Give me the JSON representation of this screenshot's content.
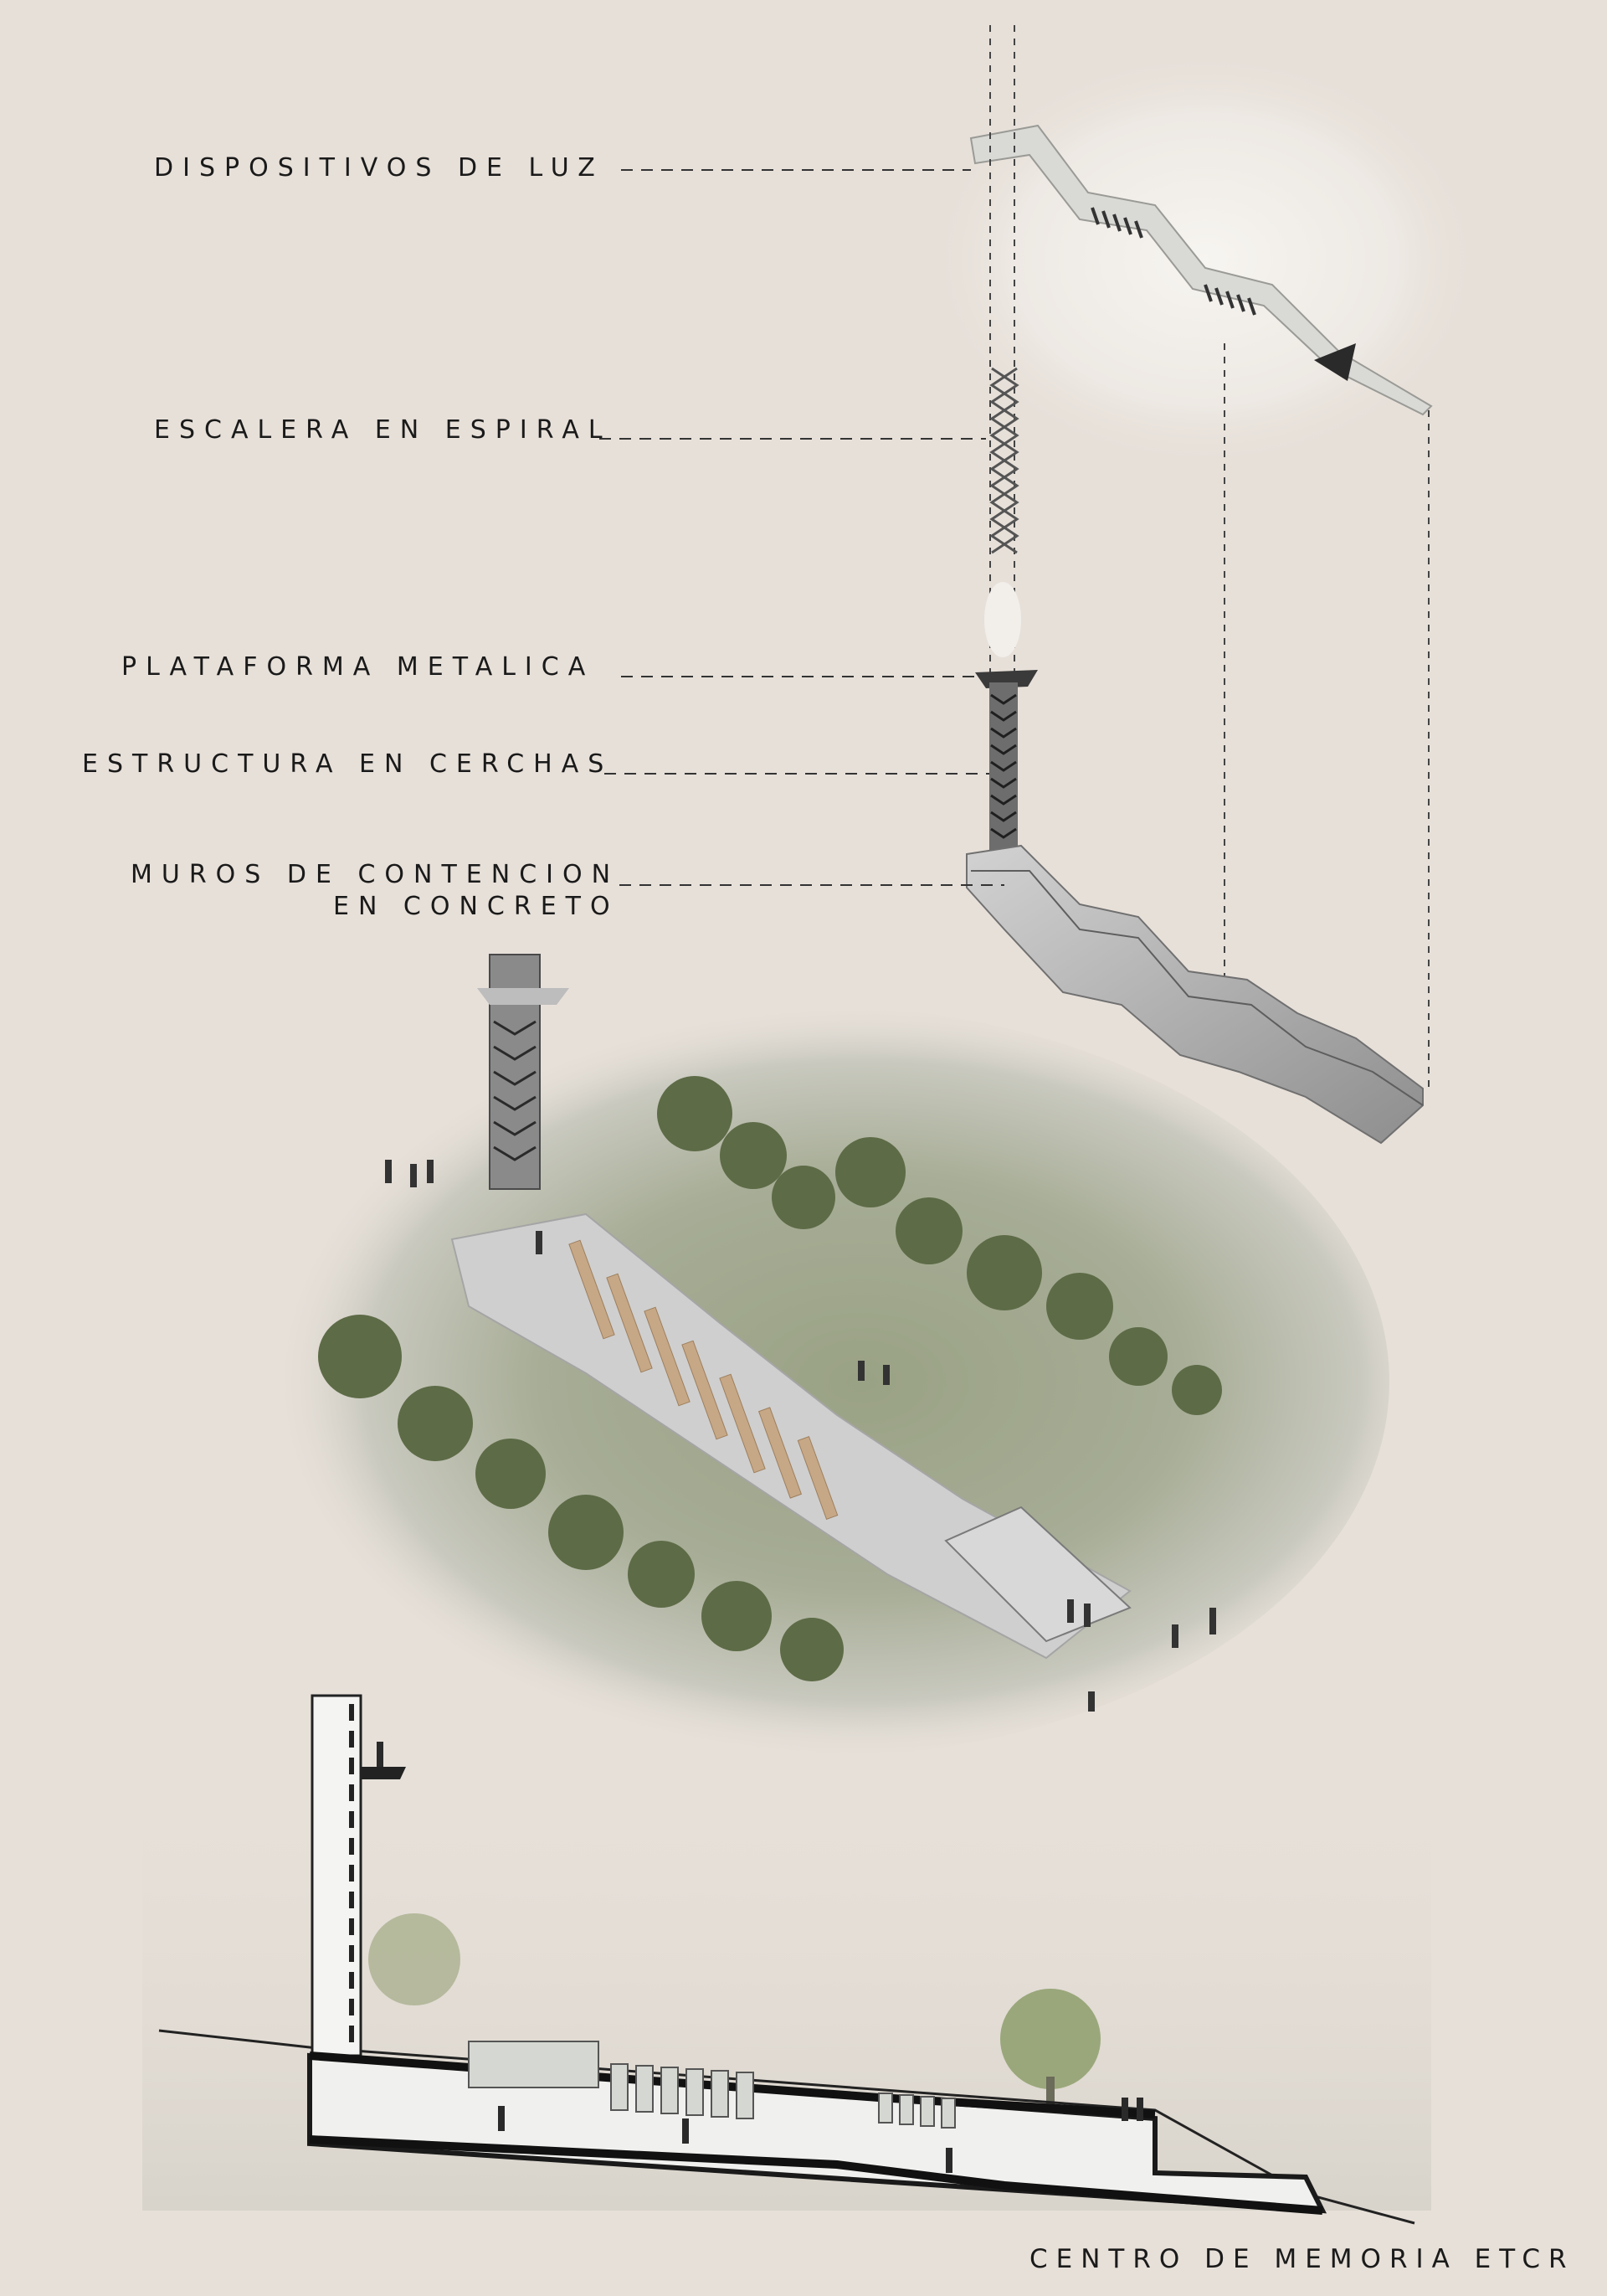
{
  "labels": {
    "light_devices": "DISPOSITIVOS DE LUZ",
    "spiral_stair": "ESCALERA EN ESPIRAL",
    "metal_platform": "PLATAFORMA METALICA",
    "truss_structure": "ESTRUCTURA EN CERCHAS",
    "retaining_walls_line1": "MUROS DE CONTENCION",
    "retaining_walls_line2": "EN CONCRETO"
  },
  "title": "CENTRO DE MEMORIA  ETCR",
  "colors": {
    "background": "#e7e0d9",
    "text": "#1a1a1a",
    "concrete": "#b9b9b9",
    "grass": "#8d9a78",
    "tree": "#5d6b47",
    "wood": "#c7a886"
  }
}
